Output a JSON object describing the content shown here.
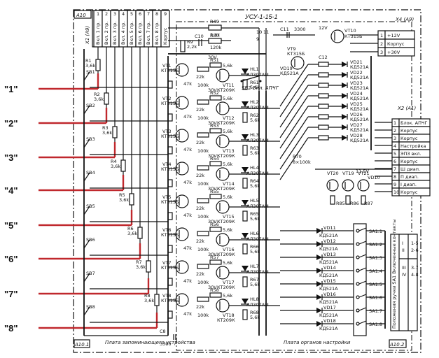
{
  "header": {
    "title": "УСУ-1-15-1",
    "left_block": "А10",
    "connector_x1": "Х1 (А9)",
    "connector_x4": "Х4 (А9)",
    "connector_x2": "Х2 (А1)",
    "a101": "А10.1",
    "a102": "А10.2",
    "bottom_left_caption": "Плата запоминающего устройства",
    "bottom_right_caption": "Плата органов настройки",
    "right_vertical_caption": "Положения ручки SA1 Включенные контакты"
  },
  "x1_pins": [
    {
      "num": "1",
      "label": "Вкл. 1 пр."
    },
    {
      "num": "2",
      "label": "Вкл. 2 пр."
    },
    {
      "num": "3",
      "label": "Вкл. 3 пр."
    },
    {
      "num": "4",
      "label": "Вкл. 4 пр."
    },
    {
      "num": "5",
      "label": "Вкл. 5 пр."
    },
    {
      "num": "6",
      "label": "Вкл. 6 пр."
    },
    {
      "num": "7",
      "label": "Вкл. 7 пр."
    },
    {
      "num": "8",
      "label": "Вкл. 8 пр."
    },
    {
      "num": "9",
      "label": "Корпус"
    }
  ],
  "x4_pins": [
    {
      "num": "1",
      "label": "+12V"
    },
    {
      "num": "2",
      "label": "Корпус"
    },
    {
      "num": "3",
      "label": "+30V"
    }
  ],
  "x2_pins": [
    {
      "num": "1",
      "label": "Блок. АПЧГ"
    },
    {
      "num": "2",
      "label": "Корпус"
    },
    {
      "num": "3",
      "label": "Корпус"
    },
    {
      "num": "4",
      "label": "Настройка"
    },
    {
      "num": "5",
      "label": "ЭПЗ вкл."
    },
    {
      "num": "6",
      "label": "Корпус"
    },
    {
      "num": "7",
      "label": "Ш диап."
    },
    {
      "num": "8",
      "label": "П диап."
    },
    {
      "num": "9",
      "label": "I диап."
    },
    {
      "num": "10",
      "label": "Корпус"
    }
  ],
  "channel_labels": [
    "\"1\"",
    "\"2\"",
    "\"3\"",
    "\"4\"",
    "\"5\"",
    "\"6\"",
    "\"7\"",
    "\"8\""
  ],
  "input_resistors": [
    {
      "name": "R1",
      "value": "3,6k"
    },
    {
      "name": "R2",
      "value": "3,6k"
    },
    {
      "name": "R3",
      "value": "3,6k"
    },
    {
      "name": "R4",
      "value": "3,6k"
    },
    {
      "name": "R5",
      "value": "3,6k"
    },
    {
      "name": "R6",
      "value": "3,6k"
    },
    {
      "name": "R7",
      "value": "3,6k"
    },
    {
      "name": "R8",
      "value": "3,6k"
    }
  ],
  "switches": [
    "SB1",
    "SB2",
    "SB3",
    "SB4",
    "SB5",
    "SB6",
    "SB7",
    "SB8"
  ],
  "stages": [
    {
      "vt": "VT1",
      "vt_type": "КТ315Б",
      "vt2": "VT11",
      "vt2_type": "КТ209К",
      "led": "HL1",
      "led_type": "АЛ307АМ",
      "r_load": "R61",
      "r_load_val": "5,6k"
    },
    {
      "vt": "VT2",
      "vt_type": "КТ315Б",
      "vt2": "VT12",
      "vt2_type": "КТ209К",
      "led": "HL2",
      "led_type": "АЛ307АМ",
      "r_load": "R62",
      "r_load_val": "5,6k"
    },
    {
      "vt": "VT3",
      "vt_type": "КТ315Б",
      "vt2": "VT13",
      "vt2_type": "КТ209К",
      "led": "HL3",
      "led_type": "АЛ307АМ",
      "r_load": "R63",
      "r_load_val": "5,6k"
    },
    {
      "vt": "VT4",
      "vt_type": "КТ315Б",
      "vt2": "VT14",
      "vt2_type": "КТ209К",
      "led": "HL4",
      "led_type": "АЛ307АМ",
      "r_load": "R64",
      "r_load_val": "5,6k"
    },
    {
      "vt": "VT5",
      "vt_type": "КТ315Б",
      "vt2": "VT15",
      "vt2_type": "КТ209К",
      "led": "HL5",
      "led_type": "АЛ307АМ",
      "r_load": "R65",
      "r_load_val": "5,6k"
    },
    {
      "vt": "VT6",
      "vt_type": "КТ315Б",
      "vt2": "VT16",
      "vt2_type": "КТ209К",
      "led": "HL6",
      "led_type": "АЛ307АМ",
      "r_load": "R66",
      "r_load_val": "5,6k"
    },
    {
      "vt": "VT7",
      "vt_type": "КТ315Б",
      "vt2": "VT17",
      "vt2_type": "КТ209К",
      "led": "HL7",
      "led_type": "АЛ307АМ",
      "r_load": "R67",
      "r_load_val": "5,6k"
    },
    {
      "vt": "VT8",
      "vt_type": "КТ315Б",
      "vt2": "VT18",
      "vt2_type": "КТ209К",
      "led": "HL8",
      "led_type": "АЛ307АМ",
      "r_load": "R68",
      "r_load_val": "5,6k"
    }
  ],
  "diodes_right": [
    {
      "name": "VD21",
      "type": "КД521А"
    },
    {
      "name": "VD22",
      "type": "КД521А"
    },
    {
      "name": "VD23",
      "type": "КД521А"
    },
    {
      "name": "VD24",
      "type": "КД521А"
    },
    {
      "name": "VD25",
      "type": "КД521А"
    },
    {
      "name": "VD26",
      "type": "КД521А"
    },
    {
      "name": "VD27",
      "type": "КД521А"
    },
    {
      "name": "VD28",
      "type": "КД521А"
    }
  ],
  "diodes_lower": [
    {
      "name": "VD11",
      "type": "КД521А"
    },
    {
      "name": "VD12",
      "type": "КД521А"
    },
    {
      "name": "VD13",
      "type": "КД521А"
    },
    {
      "name": "VD14",
      "type": "КД521А"
    },
    {
      "name": "VD15",
      "type": "КД521А"
    },
    {
      "name": "VD16",
      "type": "КД521А"
    },
    {
      "name": "VD17",
      "type": "КД521А"
    },
    {
      "name": "VD18",
      "type": "КД521А"
    }
  ],
  "sa1_contacts": [
    "SA1.1",
    "SA1.2",
    "SA1.3",
    "SA1.4",
    "SA1.5",
    "SA1.6",
    "SA1.7",
    "SA1.8"
  ],
  "misc": {
    "r49": "R49",
    "r49_val": "3,6k",
    "r50": "R50",
    "r50_val": "120k",
    "r9": "R9",
    "r9_val": "2,2k",
    "c10": "C10",
    "c11": "C11",
    "c11_val": "3300",
    "vt10": "VT10",
    "vt10_type": "КТ315Б",
    "vt9": "VT9",
    "vt9_type": "КТ315Б",
    "vd19": "VD19",
    "vd19_type": "КД521А",
    "vd10": "VD10",
    "r70": "R70",
    "r70_val": "8×100k",
    "r85": "R85",
    "r86": "R86",
    "r87": "R87",
    "vt_bottom": [
      "VT20",
      "VT19",
      "VT21"
    ],
    "sb_apchg": "SB2 Вкл. АПЧГ",
    "c8": "C8",
    "c8_val": "3300",
    "c12": "C12",
    "v12": "12V",
    "v30": "30V",
    "v11_5": "11,5V",
    "r_vals": [
      "R51",
      "R52",
      "R53",
      "R54",
      "R55",
      "R56",
      "R57",
      "R58"
    ],
    "r_val_5k6": "5,6k",
    "r_val_100k": "100k",
    "r_val_22k": "22k",
    "r_val_47k": "47k",
    "pos_table": [
      "I",
      "II",
      "III",
      "IV",
      "1-5",
      "2-6",
      "3-7",
      "4-8"
    ]
  }
}
